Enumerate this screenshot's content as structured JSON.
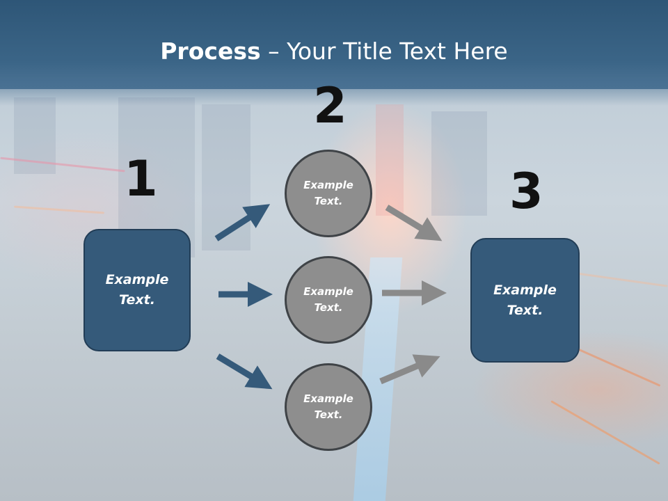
{
  "slide": {
    "title_bold": "Process",
    "title_rest": " – Your Title Text Here"
  },
  "steps": {
    "step1": {
      "number": "1",
      "label": "Example\nText."
    },
    "step2": {
      "number": "2",
      "items": [
        "Example\nText.",
        "Example\nText.",
        "Example\nText."
      ]
    },
    "step3": {
      "number": "3",
      "label": "Example\nText."
    }
  },
  "colors": {
    "header": "#2e5677",
    "box_fill": "#355a7a",
    "circle_fill": "#8e8e8e",
    "arrow_blue": "#355a7a",
    "arrow_gray": "#8a8a8a"
  }
}
